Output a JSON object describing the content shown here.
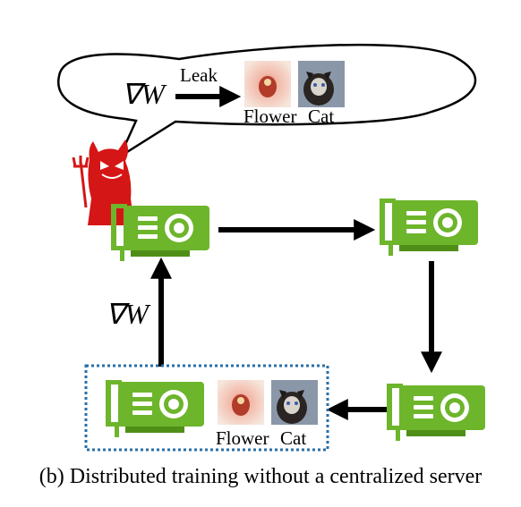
{
  "bubble": {
    "gradient_label": "∇W",
    "leak_label": "Leak",
    "images": [
      {
        "label": "Flower",
        "icon": "flower-photo"
      },
      {
        "label": "Cat",
        "icon": "cat-photo"
      }
    ]
  },
  "victim_node": {
    "gradient_label": "∇W",
    "images": [
      {
        "label": "Flower",
        "icon": "flower-photo"
      },
      {
        "label": "Cat",
        "icon": "cat-photo"
      }
    ]
  },
  "caption": "(b) Distributed training without a centralized server",
  "colors": {
    "gpu_green": "#6db52b",
    "gpu_dark_green": "#4f8f18",
    "devil_red": "#d51616",
    "dotted_box": "#2a6fa8",
    "arrow": "#000000"
  },
  "icons": [
    "devil-icon",
    "gpu-card-icon",
    "speech-bubble",
    "arrow"
  ]
}
